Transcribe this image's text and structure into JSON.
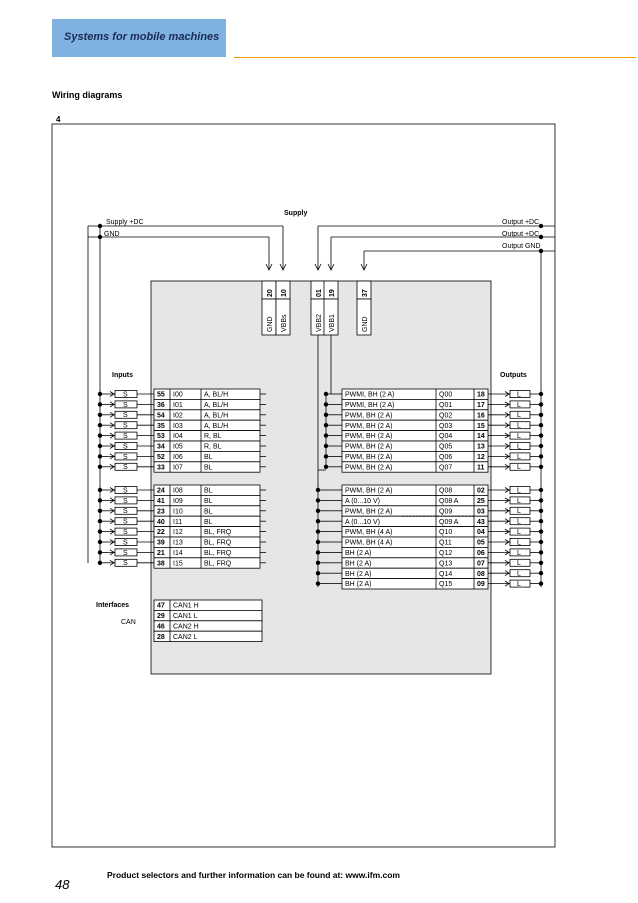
{
  "header": {
    "title": "Systems for mobile machines",
    "accent_color": "#7fb2e0",
    "rule_color": "#f0a000"
  },
  "section_title": "Wiring diagrams",
  "figure_number": "4",
  "diagram": {
    "supply_label": "Supply",
    "left_rails": [
      "Supply +DC",
      "GND"
    ],
    "right_rails": [
      "Output +DC",
      "Output +DC",
      "Output GND"
    ],
    "supply_pins": [
      {
        "num": "20",
        "name": "GND"
      },
      {
        "num": "10",
        "name": "VBBs"
      },
      {
        "num": "01",
        "name": "VBB2"
      },
      {
        "num": "19",
        "name": "VBB1"
      },
      {
        "num": "37",
        "name": "GND"
      }
    ],
    "inputs_label": "Inputs",
    "outputs_label": "Outputs",
    "interfaces_label": "Interfaces",
    "can_label": "CAN",
    "sensor_symbol": "S",
    "load_symbol": "L",
    "inputs": [
      {
        "pin": "55",
        "name": "I00",
        "func": "A, BL/H"
      },
      {
        "pin": "36",
        "name": "I01",
        "func": "A, BL/H"
      },
      {
        "pin": "54",
        "name": "I02",
        "func": "A, BL/H"
      },
      {
        "pin": "35",
        "name": "I03",
        "func": "A, BL/H"
      },
      {
        "pin": "53",
        "name": "I04",
        "func": "R, BL"
      },
      {
        "pin": "34",
        "name": "I05",
        "func": "R, BL"
      },
      {
        "pin": "52",
        "name": "I06",
        "func": "BL"
      },
      {
        "pin": "33",
        "name": "I07",
        "func": "BL"
      },
      {
        "pin": "24",
        "name": "I08",
        "func": "BL"
      },
      {
        "pin": "41",
        "name": "I09",
        "func": "BL"
      },
      {
        "pin": "23",
        "name": "I10",
        "func": "BL"
      },
      {
        "pin": "40",
        "name": "I11",
        "func": "BL"
      },
      {
        "pin": "22",
        "name": "I12",
        "func": "BL, FRQ"
      },
      {
        "pin": "39",
        "name": "I13",
        "func": "BL, FRQ"
      },
      {
        "pin": "21",
        "name": "I14",
        "func": "BL, FRQ"
      },
      {
        "pin": "38",
        "name": "I15",
        "func": "BL, FRQ"
      }
    ],
    "outputs": [
      {
        "pin": "18",
        "name": "Q00",
        "func": "PWMI, BH (2 A)"
      },
      {
        "pin": "17",
        "name": "Q01",
        "func": "PWMI, BH (2 A)"
      },
      {
        "pin": "16",
        "name": "Q02",
        "func": "PWM, BH (2 A)"
      },
      {
        "pin": "15",
        "name": "Q03",
        "func": "PWM, BH (2 A)"
      },
      {
        "pin": "14",
        "name": "Q04",
        "func": "PWM, BH (2 A)"
      },
      {
        "pin": "13",
        "name": "Q05",
        "func": "PWM, BH (2 A)"
      },
      {
        "pin": "12",
        "name": "Q06",
        "func": "PWM, BH (2 A)"
      },
      {
        "pin": "11",
        "name": "Q07",
        "func": "PWM, BH (2 A)"
      },
      {
        "pin": "02",
        "name": "Q08",
        "func": "PWM, BH (2 A)"
      },
      {
        "pin": "25",
        "name": "Q08_A",
        "func": "A (0...10 V)"
      },
      {
        "pin": "03",
        "name": "Q09",
        "func": "PWM, BH (2 A)"
      },
      {
        "pin": "43",
        "name": "Q09_A",
        "func": "A (0...10 V)"
      },
      {
        "pin": "04",
        "name": "Q10",
        "func": "PWM, BH (4 A)"
      },
      {
        "pin": "05",
        "name": "Q11",
        "func": "PWM, BH (4 A)"
      },
      {
        "pin": "06",
        "name": "Q12",
        "func": "BH (2 A)"
      },
      {
        "pin": "07",
        "name": "Q13",
        "func": "BH (2 A)"
      },
      {
        "pin": "08",
        "name": "Q14",
        "func": "BH (2 A)"
      },
      {
        "pin": "09",
        "name": "Q15",
        "func": "BH (2 A)"
      }
    ],
    "interfaces": [
      {
        "pin": "47",
        "name": "CAN1_H"
      },
      {
        "pin": "29",
        "name": "CAN1_L"
      },
      {
        "pin": "46",
        "name": "CAN2_H"
      },
      {
        "pin": "28",
        "name": "CAN2_L"
      }
    ]
  },
  "footer": "Product selectors and further information can be found at: www.ifm.com",
  "page_number": "48"
}
